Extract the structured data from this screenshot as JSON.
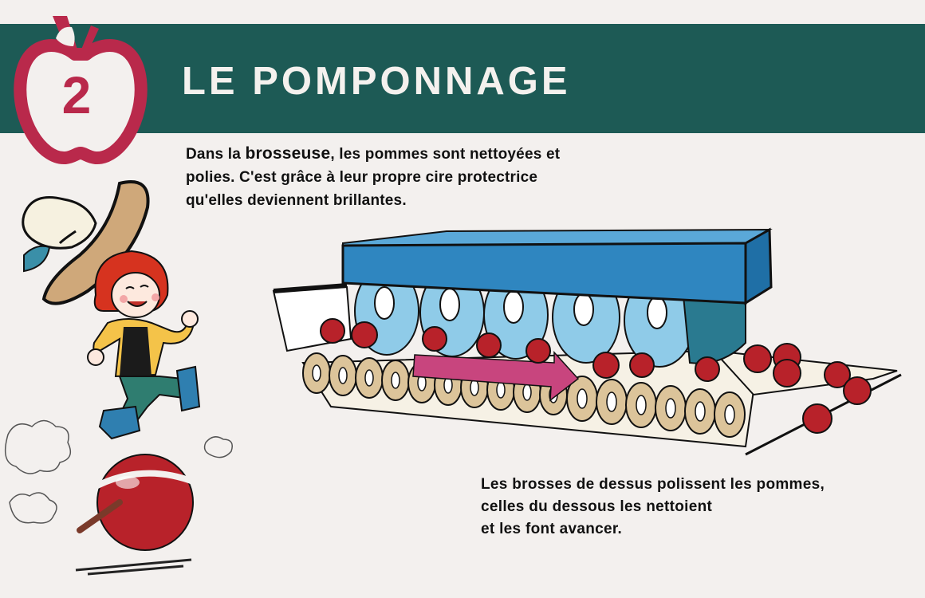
{
  "header": {
    "step_number": "2",
    "title": "LE POMPONNAGE",
    "colors": {
      "banner": "#1d5a55",
      "apple_badge": "#b9294b",
      "title_text": "#f4f1ee"
    }
  },
  "intro": {
    "part1": "Dans la ",
    "keyword": "brosseuse",
    "part2": ", les pommes sont nettoyées et",
    "line2": "polies. C'est grâce à leur propre cire protectrice",
    "line3": "qu'elles deviennent brillantes."
  },
  "caption": {
    "line1": "Les brosses de dessus polissent les pommes,",
    "line2": "celles du dessous les nettoient",
    "line3": "et les font avancer."
  },
  "illustrations": {
    "character": "red-haired elf jumping off an apple, hat flying",
    "machine": "brushing machine with blue cover, top brushes, bottom rollers, apples and direction arrow",
    "colors": {
      "machine_cover": "#2f86c0",
      "brush": "#8fcbe8",
      "apple": "#b8222a",
      "arrow": "#c8457e",
      "roller": "#dcc49a"
    }
  }
}
